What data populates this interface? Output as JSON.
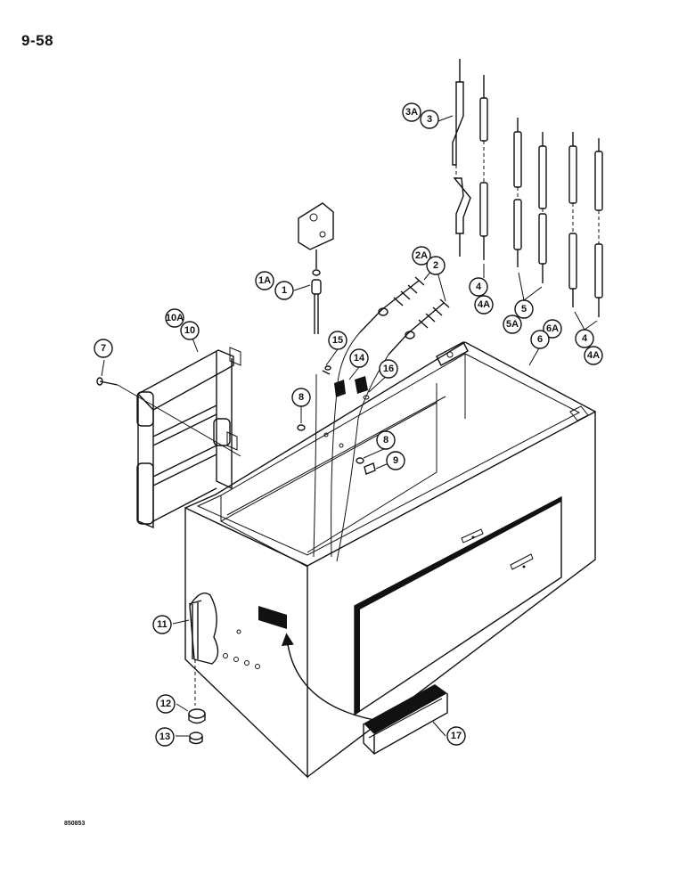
{
  "header": {
    "page_code": "9-58"
  },
  "footer": {
    "doc_number": "850853"
  },
  "callouts": {
    "c1": "1",
    "c1A": "1A",
    "c2": "2",
    "c2A": "2A",
    "c3": "3",
    "c3A": "3A",
    "c4a": "4",
    "c4Aa": "4A",
    "c4b": "4",
    "c4Ab": "4A",
    "c5": "5",
    "c5A": "5A",
    "c6": "6",
    "c6A": "6A",
    "c7": "7",
    "c8a": "8",
    "c8b": "8",
    "c9": "9",
    "c10": "10",
    "c10A": "10A",
    "c11": "11",
    "c12": "12",
    "c13": "13",
    "c14": "14",
    "c15": "15",
    "c16": "16",
    "c17": "17"
  }
}
